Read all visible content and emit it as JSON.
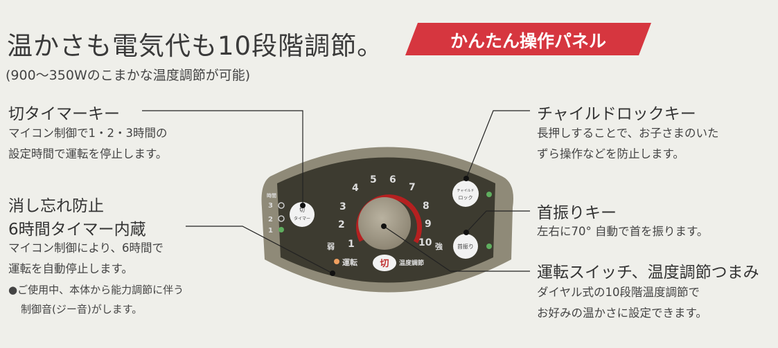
{
  "title": "温かさも電気代も10段階調節。",
  "badge": {
    "label": "かんたん操作パネル",
    "color": "#d6363f"
  },
  "subtitle": "(900〜350Wのこまかな温度調節が可能)",
  "features": {
    "timer": {
      "heading": "切タイマーキー",
      "lines": [
        "マイコン制御で1・2・3時間の",
        "設定時間で運転を停止します。"
      ]
    },
    "auto_off": {
      "heading_lines": [
        "消し忘れ防止",
        "6時間タイマー内蔵"
      ],
      "lines": [
        "マイコン制御により、6時間で",
        "運転を自動停止します。"
      ],
      "note": [
        "●ご使用中、本体から能力調節に伴う",
        "制御音(ジー音)がします。"
      ]
    },
    "child_lock": {
      "heading": "チャイルドロックキー",
      "lines": [
        "長押しすることで、お子さまのいた",
        "ずら操作などを防止します。"
      ]
    },
    "swing": {
      "heading": "首振りキー",
      "lines": [
        "左右に70° 自動で首を振ります。"
      ]
    },
    "dial": {
      "heading": "運転スイッチ、温度調節つまみ",
      "lines": [
        "ダイヤル式の10段階温度調節で",
        "お好みの温かさに設定できます。"
      ]
    }
  },
  "panel": {
    "timer_hours_label": "時間",
    "timer_hours": [
      "3",
      "2",
      "1"
    ],
    "timer_button": [
      "切",
      "タイマー"
    ],
    "dial_levels": [
      "1",
      "2",
      "3",
      "4",
      "5",
      "6",
      "7",
      "8",
      "9",
      "10"
    ],
    "weak": "弱",
    "strong": "強",
    "run": "運転",
    "off": "切",
    "temp": "温度調節",
    "child_lock_button": [
      "チャイルド",
      "ロック"
    ],
    "swing_button": "首振り"
  }
}
